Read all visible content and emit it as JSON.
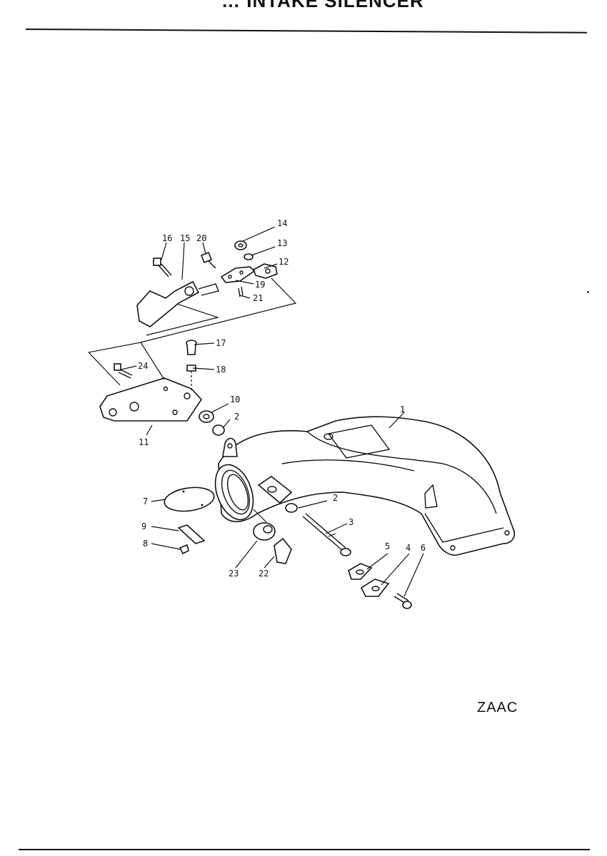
{
  "header": {
    "title": "… INTAKE SILENCER"
  },
  "diagram_code": "ZAAC",
  "callouts": {
    "c1": "1",
    "c2a": "2",
    "c2b": "2",
    "c3": "3",
    "c4": "4",
    "c5": "5",
    "c6": "6",
    "c7": "7",
    "c8": "8",
    "c9": "9",
    "c10": "10",
    "c11": "11",
    "c12": "12",
    "c13": "13",
    "c14": "14",
    "c15": "15",
    "c16": "16",
    "c17": "17",
    "c18": "18",
    "c19": "19",
    "c20": "20",
    "c21": "21",
    "c22": "22",
    "c23": "23",
    "c24": "24"
  }
}
